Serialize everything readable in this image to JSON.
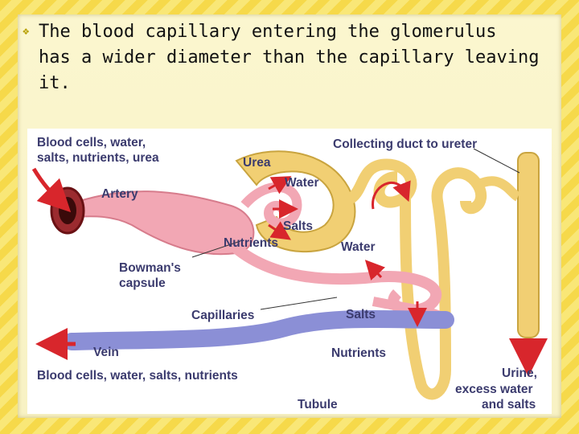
{
  "slide": {
    "bullet_icon": "open-book-icon",
    "text_line1": "The blood capillary entering the glomerulus",
    "text_line2": "has a wider diameter than the capillary leaving",
    "text_line3": "it."
  },
  "diagram": {
    "labels": {
      "blood_in_1": "Blood cells, water,",
      "blood_in_2": "salts, nutrients, urea",
      "artery": "Artery",
      "urea": "Urea",
      "water_top": "Water",
      "salts_top": "Salts",
      "nutrients_top": "Nutrients",
      "collecting_duct": "Collecting duct to ureter",
      "water_mid": "Water",
      "bowmans_1": "Bowman's",
      "bowmans_2": "capsule",
      "capillaries": "Capillaries",
      "salts_bottom": "Salts",
      "vein": "Vein",
      "nutrients_bottom": "Nutrients",
      "blood_out": "Blood cells, water, salts, nutrients",
      "urine_1": "Urine,",
      "urine_2": "excess water",
      "urine_3": "and salts",
      "tubule": "Tubule"
    },
    "colors": {
      "tubule": "#f1cf73",
      "artery": "#f2a7b4",
      "vein": "#8b8fd6",
      "arrow": "#d8262c"
    }
  }
}
